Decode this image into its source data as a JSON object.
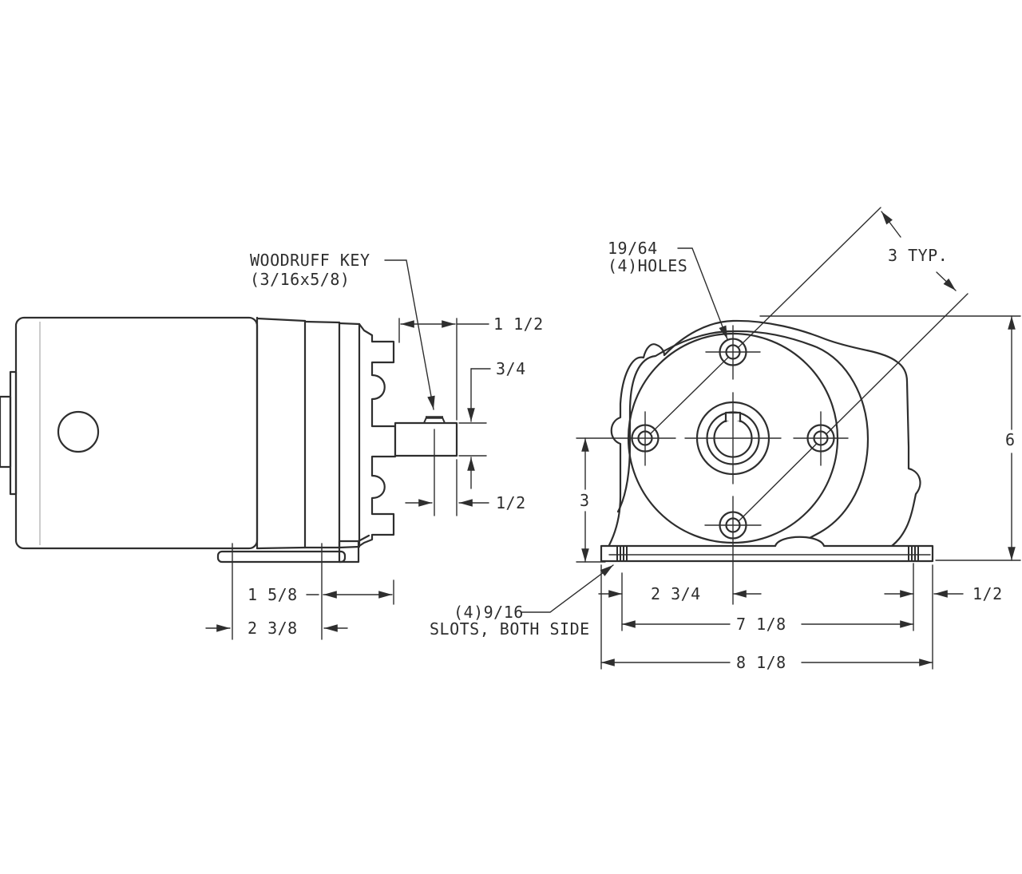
{
  "colors": {
    "line": "#2e2e2e",
    "background": "#ffffff"
  },
  "side_view": {
    "woodruff_key_label_line1": "WOODRUFF KEY",
    "woodruff_key_label_line2": "(3/16x5/8)",
    "dim_shaft_extension": "1 1/2",
    "dim_shaft_diameter": "3/4",
    "dim_key_to_shaft_end": "1/2",
    "dim_hub_length": "1 5/8",
    "dim_foot_slot_spacing": "2 3/8"
  },
  "front_view": {
    "holes_label_line1": "19/64",
    "holes_label_line2": "(4)HOLES",
    "dim_bolt_spacing": "3 TYP.",
    "dim_overall_height": "6",
    "dim_center_to_base": "3",
    "dim_slot_to_centerline": "2 3/4",
    "dim_slot_spacing": "7 1/8",
    "dim_overall_width": "8 1/8",
    "dim_slot_to_edge": "1/2",
    "slots_label_line1": "(4)9/16",
    "slots_label_line2": "SLOTS, BOTH SIDE"
  }
}
